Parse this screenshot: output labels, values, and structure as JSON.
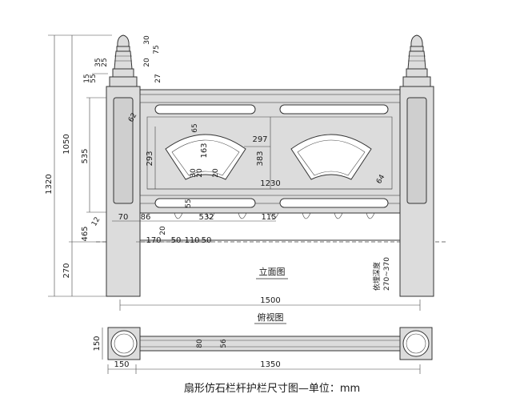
{
  "caption": "扇形仿石栏杆护栏尺寸图—单位：mm",
  "views": {
    "elevation": "立面图",
    "plan": "俯视图"
  },
  "side_note": {
    "line1": "依埋深度",
    "line2": "270~370"
  },
  "dims": {
    "d1320": "1320",
    "d1050": "1050",
    "d535": "535",
    "d465": "465",
    "d270": "270",
    "d30": "30",
    "d20a": "20",
    "d75": "75",
    "d35": "35",
    "d25": "25",
    "d15": "15",
    "d55a": "55",
    "d27": "27",
    "d297": "297",
    "d383": "383",
    "d1230": "1230",
    "d163": "163",
    "d293": "293",
    "d65": "65",
    "d62": "62",
    "d64": "64",
    "d30b": "30",
    "d20b": "20",
    "d20c": "20",
    "d55b": "55",
    "d70": "70",
    "d86": "86",
    "d532": "532",
    "d115": "115",
    "d12": "12",
    "d20d": "20",
    "d170": "170",
    "d50a": "50",
    "d110": "110",
    "d50b": "50",
    "d1500": "1500",
    "d150a": "150",
    "d150b": "150",
    "d1350": "1350",
    "d80": "80",
    "d56": "56"
  }
}
